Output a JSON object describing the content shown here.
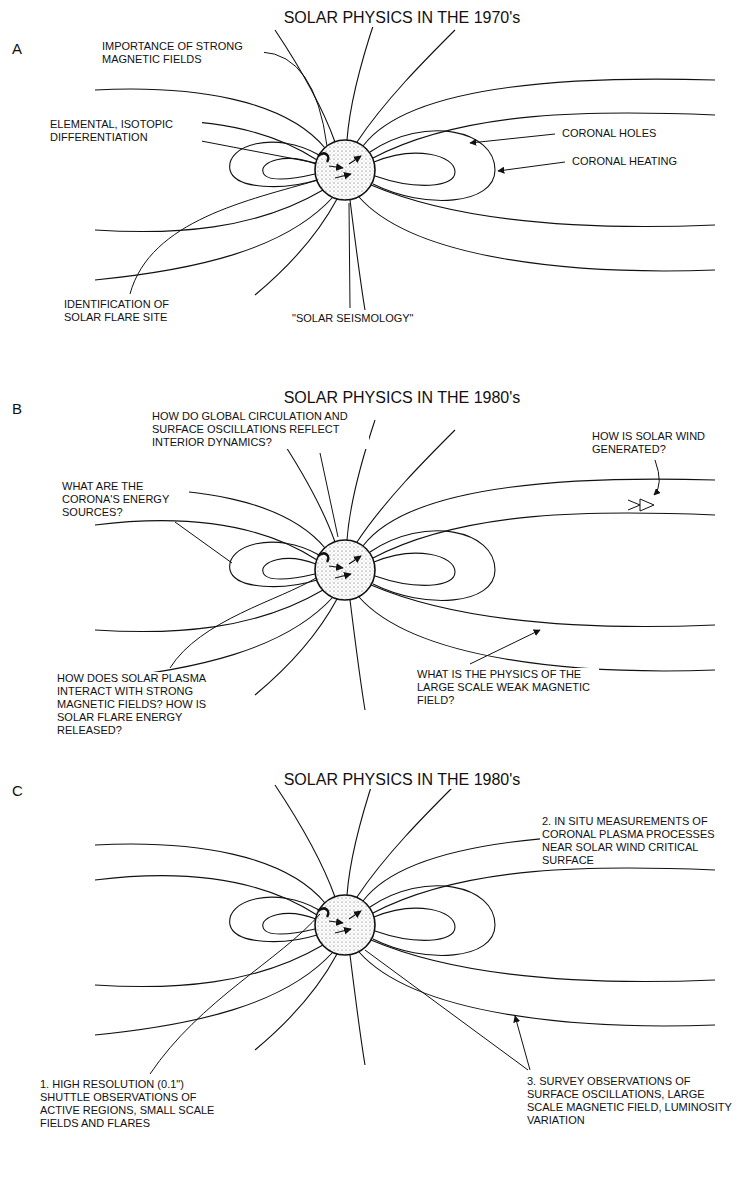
{
  "diagram": {
    "labels": [
      "A",
      "SOLAR PHYSICS IN THE 1970's",
      "IMPORTANCE OF STRONG MAGNETIC FIELDS",
      "ELEMENTAL, ISOTOPIC DIFFERENTIATION",
      "CORONAL HOLES",
      "CORONAL HEATING",
      "IDENTIFICATION OF SOLAR FLARE SITE",
      "\"SOLAR SEISMOLOGY\"",
      "B",
      "SOLAR PHYSICS IN THE 1980's",
      "HOW DO GLOBAL CIRCULATION AND SURFACE OSCILLATIONS REFLECT INTERIOR DYNAMICS?",
      "HOW IS SOLAR WIND GENERATED?",
      "WHAT ARE THE CORONA'S ENERGY SOURCES?",
      "HOW DOES SOLAR PLASMA INTERACT WITH STRONG MAGNETIC FIELDS? HOW IS SOLAR FLARE ENERGY RELEASED?",
      "WHAT IS THE PHYSICS OF THE LARGE SCALE WEAK MAGNETIC FIELD?",
      "C",
      "SOLAR PHYSICS IN THE 1980's",
      "2. IN SITU MEASUREMENTS OF CORONAL PLASMA PROCESSES NEAR SOLAR WIND CRITICAL SURFACE",
      "1. HIGH RESOLUTION (0.1\") SHUTTLE OBSERVATIONS OF ACTIVE REGIONS, SMALL SCALE FIELDS AND FLARES",
      "3. SURVEY OBSERVATIONS OF SURFACE OSCILLATIONS, LARGE SCALE MAGNETIC FIELD, LUMINOSITY VARIATION"
    ]
  }
}
